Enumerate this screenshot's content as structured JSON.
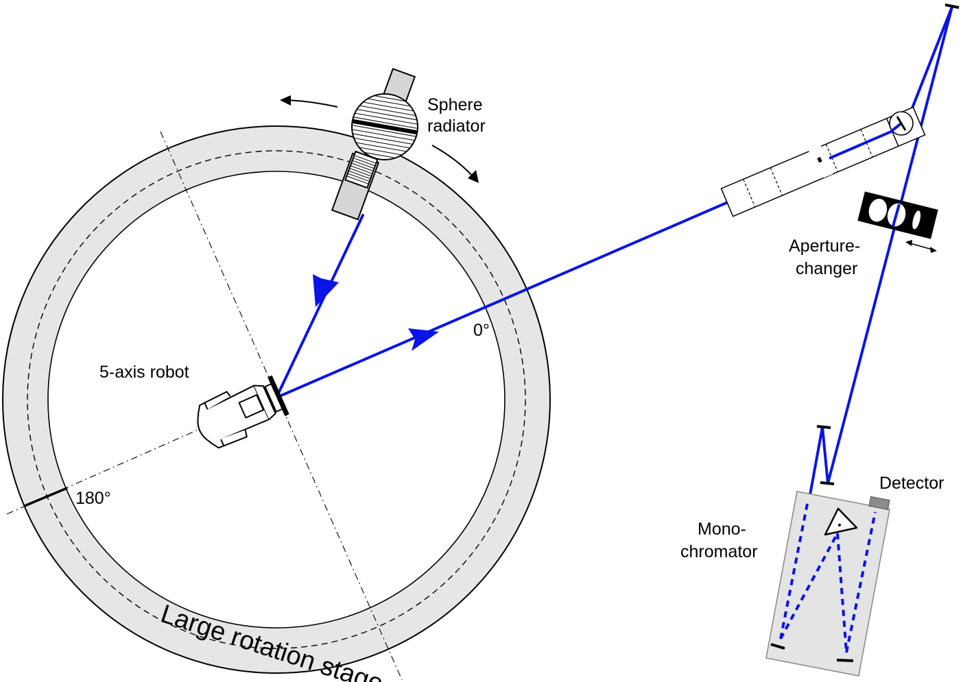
{
  "labels": {
    "sphere_line1": "Sphere",
    "sphere_line2": "radiator",
    "aperture_line1": "Aperture-",
    "aperture_line2": "changer",
    "detector": "Detector",
    "mono_line1": "Mono-",
    "mono_line2": "chromator",
    "robot": "5-axis robot",
    "angle_0": "0°",
    "angle_180": "180°",
    "stage": "Large rotation stage"
  },
  "colors": {
    "beam": "#0a14e6",
    "stage_fill": "#e6e6e6",
    "monochromator_fill": "#e4e4e4",
    "detector_fill": "#8c8c8c",
    "outline": "#000000"
  }
}
